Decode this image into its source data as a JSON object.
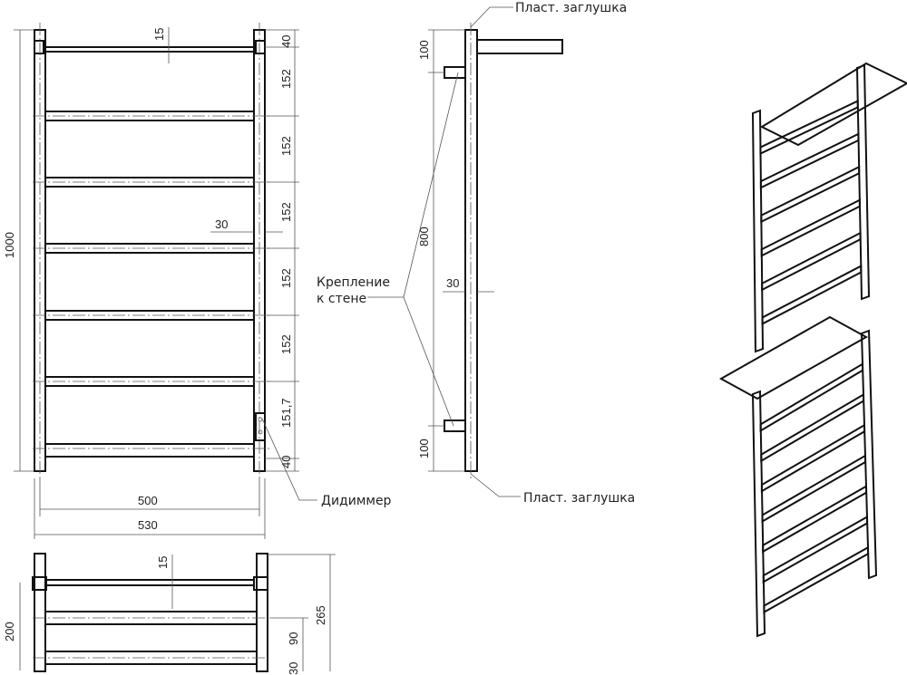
{
  "front_view": {
    "dims": {
      "overall_height": "1000",
      "top_gap": "15",
      "tube": "30",
      "top_offset": "40",
      "bottom_offset": "40",
      "pitch": [
        "152",
        "152",
        "152",
        "152",
        "152",
        "151,7"
      ],
      "inner_width": "500",
      "outer_width": "530"
    },
    "dimmer_label": "Дидиммер"
  },
  "side_view": {
    "cap_top_label": "Пласт. заглушка",
    "cap_bottom_label": "Пласт. заглушка",
    "mount_label_line1": "Крепление",
    "mount_label_line2": "к стене",
    "dims": {
      "top": "100",
      "middle": "800",
      "bottom": "100",
      "tube": "30"
    }
  },
  "top_view": {
    "dims": {
      "gap": "15",
      "depth": "200",
      "spacing": "90",
      "bottom": "30",
      "overall": "265"
    }
  }
}
